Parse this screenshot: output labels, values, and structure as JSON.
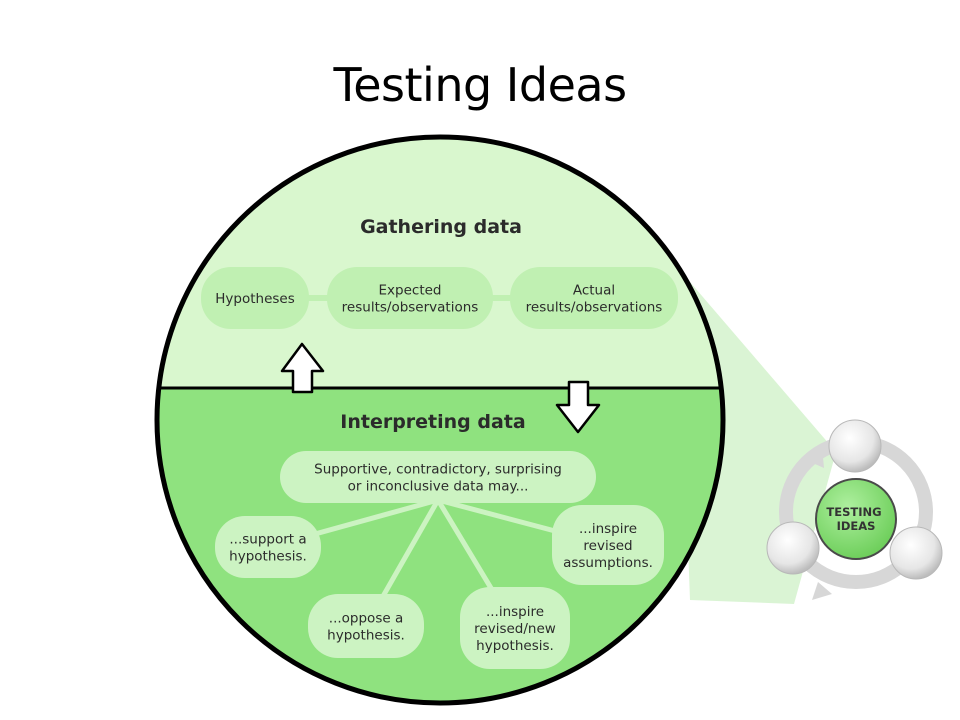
{
  "title": "Testing Ideas",
  "gathering": {
    "heading": "Gathering data",
    "nodes": [
      {
        "lines": [
          "Hypotheses"
        ]
      },
      {
        "lines": [
          "Expected",
          "results/observations"
        ]
      },
      {
        "lines": [
          "Actual",
          "results/observations"
        ]
      }
    ]
  },
  "interpreting": {
    "heading": "Interpreting data",
    "center": {
      "lines": [
        "Supportive, contradictory, surprising",
        "or inconclusive data may..."
      ]
    },
    "outcomes": [
      {
        "lines": [
          "...support a",
          "hypothesis."
        ]
      },
      {
        "lines": [
          "...oppose a",
          "hypothesis."
        ]
      },
      {
        "lines": [
          "...inspire",
          "revised/new",
          "hypothesis."
        ]
      },
      {
        "lines": [
          "...inspire",
          "revised",
          "assumptions."
        ]
      }
    ]
  },
  "mini_cycle": {
    "center_lines": [
      "TESTING",
      "IDEAS"
    ]
  },
  "colors": {
    "gathering_bg": "#d9f7ce",
    "interpreting_bg": "#8fe27f",
    "pill_light": "#c0f0b2",
    "pill_dark": "#ccf3c2",
    "outline": "#000000",
    "mini_center": "#7ed86b",
    "connector": "#d4f2cc"
  }
}
